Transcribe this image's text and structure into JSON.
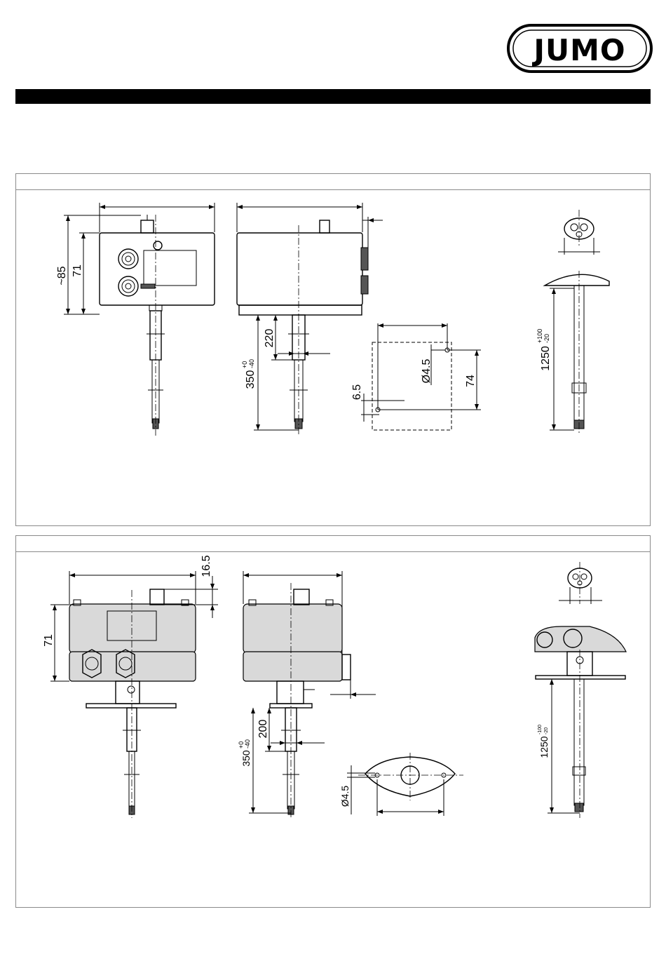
{
  "brand": {
    "logo_text": "JUMO"
  },
  "panel1": {
    "dimensions": {
      "height_outer": "~85",
      "height_inner": "71",
      "insertion_min": "220",
      "length_base": "350",
      "length_tol_upper": "+0",
      "length_tol_lower": "-40",
      "hole_offset": "6.5",
      "hole_diameter": "Ø4.5",
      "hole_spacing": "74",
      "cable_length_base": "1250",
      "cable_tol_upper": "+100",
      "cable_tol_lower": "-20"
    }
  },
  "panel2": {
    "dimensions": {
      "top_offset": "16.5",
      "height": "71",
      "insertion_min": "200",
      "length_base": "350",
      "length_tol_upper": "+0",
      "length_tol_lower": "-40",
      "hole_diameter": "Ø4.5",
      "cable_length_base": "1250",
      "cable_tol_upper": "-100",
      "cable_tol_lower": "-20"
    }
  }
}
